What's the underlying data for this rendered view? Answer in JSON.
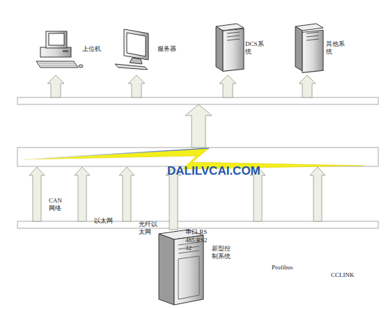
{
  "diagram": {
    "nodes": [
      {
        "text": [
          "上位机"
        ]
      },
      {
        "text": [
          "服务器"
        ]
      },
      {
        "text": [
          "DCS系统"
        ]
      },
      {
        "text": [
          "其他系统"
        ]
      },
      {
        "text": [
          "新型控制系统"
        ]
      }
    ],
    "labels": [
      "CAN 网络",
      "以太网",
      "光纤以太网",
      "串口 RS485 RS232",
      "Profibus",
      "CCLINK",
      "DALILVCAI.COM"
    ]
  }
}
